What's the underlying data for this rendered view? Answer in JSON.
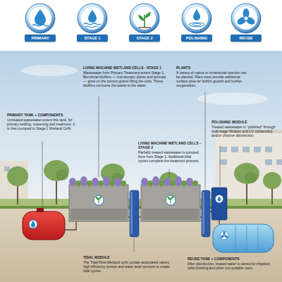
{
  "diagram": {
    "nodes": [
      {
        "text": [
          "PRIMARY"
        ]
      },
      {
        "text": [
          "STAGE 1"
        ]
      },
      {
        "text": [
          "STAGE 2"
        ]
      },
      {
        "text": [
          "POLISHING"
        ]
      },
      {
        "text": [
          "REUSE"
        ]
      }
    ],
    "labels": [
      "PRIMARY TANK + COMPONENTS",
      "Untreated wastewater enters this tank, for primary settling, screening and treatment. It is then pumped to Stage 1 Wetland Cells.",
      "LIVING MACHINE WETLAND CELLS - STAGE 1",
      "Wastewater from Primary Treatment enters Stage 1. Beneficial biofilms — microscopic plants and animals — grow on the porous gravel filling the cells. These biofilms consume the waste in the water.",
      "PLANTS",
      "A variety of native or ornamental species can be planted. Plant roots provide additional surface area for biofilm growth and further oxygenation.",
      "LIVING MACHINE WETLAND CELLS - STAGE 2",
      "Partially treated wastewater is pumped here from Stage 1. Additional tidal cycles complete the treatment process.",
      "POLISHING MODULE",
      "Treated wastewater is \"polished\" through dual-stage filtration and UV (ultraviolet) and/or chlorine disinfection.",
      "TIDAL MODULE",
      "The Tidal Flow Wetland cells contain automated valves, high efficiency pumps and water level sensors to create tidal cycles.",
      "REUSE TANK + COMPONENTS",
      "After disinfection, treated water is stored for irrigation, toilet flushing and other non-potable uses."
    ]
  }
}
